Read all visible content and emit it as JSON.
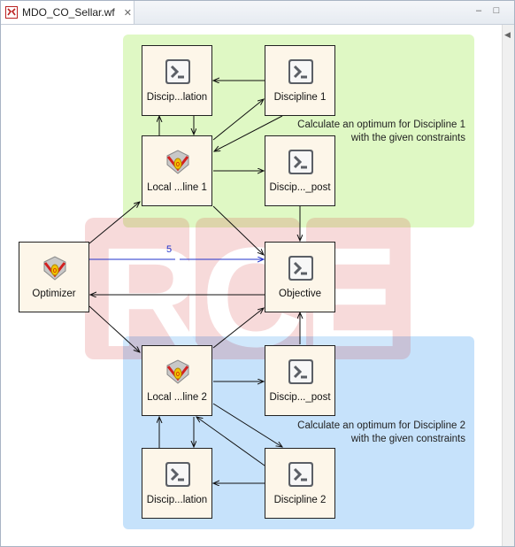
{
  "tab": {
    "title": "MDO_CO_Sellar.wf",
    "close_glyph": "✕"
  },
  "window": {
    "minimize_glyph": "–",
    "maximize_glyph": "□",
    "scroll_glyph": "◀"
  },
  "watermark": {
    "text": "RCE"
  },
  "groups": {
    "discipline1": {
      "label_line1": "Calculate an optimum for Discipline 1",
      "label_line2": "with the given constraints",
      "color": "#dff8c4"
    },
    "discipline2": {
      "label_line1": "Calculate an optimum for Discipline 2",
      "label_line2": "with the given constraints",
      "color": "#c6e2fb"
    }
  },
  "nodes": {
    "calc1": {
      "label": "Discip...lation",
      "icon": "script-icon"
    },
    "disc1": {
      "label": "Discipline 1",
      "icon": "script-icon"
    },
    "local1": {
      "label": "Local ...line 1",
      "icon": "optimizer-icon"
    },
    "post1": {
      "label": "Discip..._post",
      "icon": "script-icon"
    },
    "optimizer": {
      "label": "Optimizer",
      "icon": "optimizer-icon"
    },
    "objective": {
      "label": "Objective",
      "icon": "script-icon"
    },
    "local2": {
      "label": "Local ...line 2",
      "icon": "optimizer-icon"
    },
    "post2": {
      "label": "Discip..._post",
      "icon": "script-icon"
    },
    "calc2": {
      "label": "Discip...lation",
      "icon": "script-icon"
    },
    "disc2": {
      "label": "Discipline 2",
      "icon": "script-icon"
    }
  },
  "connection_count": "5"
}
